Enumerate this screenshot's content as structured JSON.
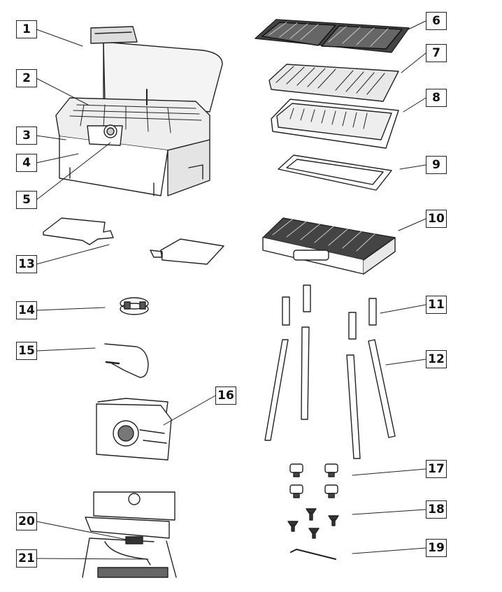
{
  "callouts": [
    {
      "num": "1"
    },
    {
      "num": "2"
    },
    {
      "num": "3"
    },
    {
      "num": "4"
    },
    {
      "num": "5"
    },
    {
      "num": "6"
    },
    {
      "num": "7"
    },
    {
      "num": "8"
    },
    {
      "num": "9"
    },
    {
      "num": "10"
    },
    {
      "num": "11"
    },
    {
      "num": "12"
    },
    {
      "num": "13"
    },
    {
      "num": "14"
    },
    {
      "num": "15"
    },
    {
      "num": "16"
    },
    {
      "num": "17"
    },
    {
      "num": "18"
    },
    {
      "num": "19"
    },
    {
      "num": "20"
    },
    {
      "num": "21"
    }
  ],
  "colors": {
    "line": "#222222",
    "fill": "#ffffff",
    "dark": "#333333",
    "mid": "#888888"
  }
}
